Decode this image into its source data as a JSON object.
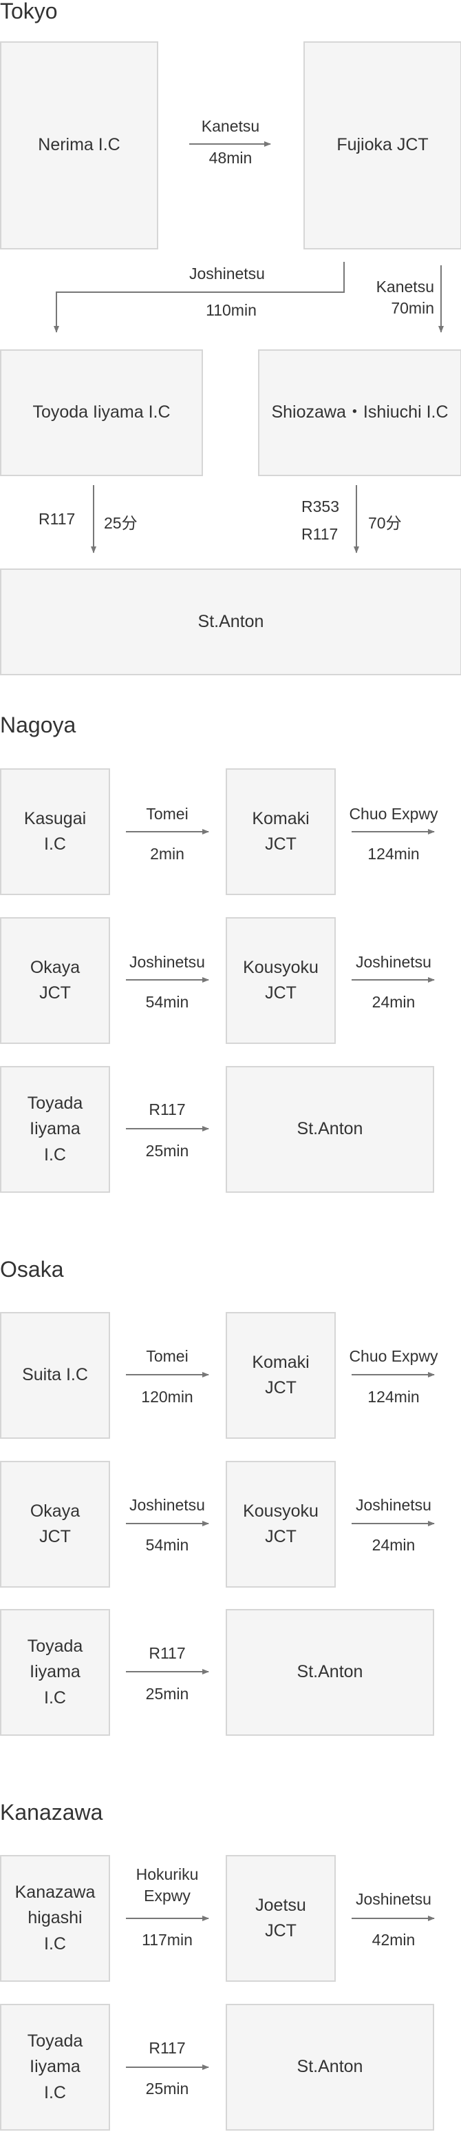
{
  "sections": {
    "tokyo": {
      "title": "Tokyo",
      "nodes": {
        "nerima": "Nerima I.C",
        "fujioka": "Fujioka JCT",
        "toyoda": "Toyoda Iiyama I.C",
        "shiozawa": "Shiozawa・Ishiuchi I.C",
        "stanton": "St.Anton"
      },
      "edges": {
        "nerima_fujioka": {
          "road": "Kanetsu",
          "time": "48min"
        },
        "fujioka_toyoda": {
          "road": "Joshinetsu",
          "time": "110min"
        },
        "fujioka_shiozawa": {
          "road": "Kanetsu",
          "time": "70min"
        },
        "toyoda_stanton": {
          "road": "R117",
          "time": "25分"
        },
        "shiozawa_stanton": {
          "road1": "R353",
          "road2": "R117",
          "time": "70分"
        }
      }
    },
    "nagoya": {
      "title": "Nagoya",
      "nodes": {
        "kasugai": "Kasugai\nI.C",
        "komaki": "Komaki\nJCT",
        "okaya": "Okaya\nJCT",
        "kousyoku": "Kousyoku\nJCT",
        "toyada": "Toyada\nIiyama\nI.C",
        "stanton": "St.Anton"
      },
      "edges": {
        "kasugai_komaki": {
          "road": "Tomei",
          "time": "2min"
        },
        "komaki_next": {
          "road": "Chuo Expwy",
          "time": "124min"
        },
        "okaya_kousyoku": {
          "road": "Joshinetsu",
          "time": "54min"
        },
        "kousyoku_next": {
          "road": "Joshinetsu",
          "time": "24min"
        },
        "toyada_stanton": {
          "road": "R117",
          "time": "25min"
        }
      }
    },
    "osaka": {
      "title": "Osaka",
      "nodes": {
        "suita": "Suita I.C",
        "komaki": "Komaki\nJCT",
        "okaya": "Okaya\nJCT",
        "kousyoku": "Kousyoku\nJCT",
        "toyada": "Toyada\nIiyama\nI.C",
        "stanton": "St.Anton"
      },
      "edges": {
        "suita_komaki": {
          "road": "Tomei",
          "time": "120min"
        },
        "komaki_next": {
          "road": "Chuo Expwy",
          "time": "124min"
        },
        "okaya_kousyoku": {
          "road": "Joshinetsu",
          "time": "54min"
        },
        "kousyoku_next": {
          "road": "Joshinetsu",
          "time": "24min"
        },
        "toyada_stanton": {
          "road": "R117",
          "time": "25min"
        }
      }
    },
    "kanazawa": {
      "title": "Kanazawa",
      "nodes": {
        "kanazawa_higashi": "Kanazawa\nhigashi\nI.C",
        "joetsu": "Joetsu\nJCT",
        "toyada": "Toyada\nIiyama\nI.C",
        "stanton": "St.Anton"
      },
      "edges": {
        "kanazawa_joetsu": {
          "road": "Hokuriku\nExpwy",
          "time": "117min"
        },
        "joetsu_next": {
          "road": "Joshinetsu",
          "time": "42min"
        },
        "toyada_stanton": {
          "road": "R117",
          "time": "25min"
        }
      }
    }
  },
  "colors": {
    "box_fill": "#f5f5f5",
    "box_border": "#d6d6d6",
    "arrow": "#777777",
    "text": "#333333"
  }
}
